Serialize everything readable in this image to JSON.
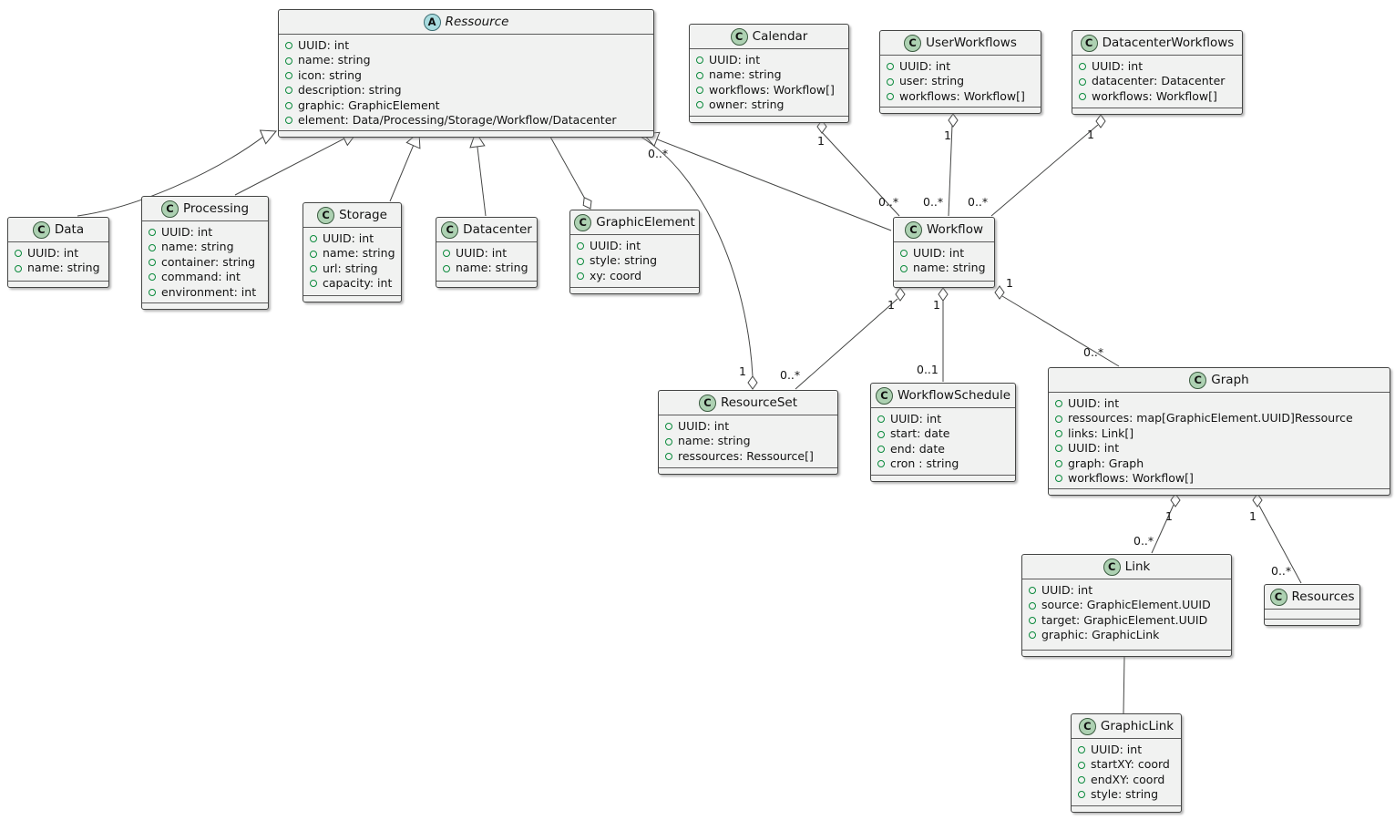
{
  "diagram": {
    "type": "uml-class-diagram",
    "classes": [
      {
        "id": "ressource",
        "name": "Ressource",
        "icon_letter": "A",
        "abstract": true,
        "attributes": [
          "UUID: int",
          "name: string",
          "icon: string",
          "description: string",
          "graphic: GraphicElement",
          "element: Data/Processing/Storage/Workflow/Datacenter"
        ]
      },
      {
        "id": "calendar",
        "name": "Calendar",
        "icon_letter": "C",
        "abstract": false,
        "attributes": [
          "UUID: int",
          "name: string",
          "workflows: Workflow[]",
          "owner: string"
        ]
      },
      {
        "id": "userworkflows",
        "name": "UserWorkflows",
        "icon_letter": "C",
        "abstract": false,
        "attributes": [
          "UUID: int",
          "user: string",
          "workflows: Workflow[]"
        ]
      },
      {
        "id": "datacenterworkflows",
        "name": "DatacenterWorkflows",
        "icon_letter": "C",
        "abstract": false,
        "attributes": [
          "UUID: int",
          "datacenter: Datacenter",
          "workflows: Workflow[]"
        ]
      },
      {
        "id": "data",
        "name": "Data",
        "icon_letter": "C",
        "abstract": false,
        "attributes": [
          "UUID: int",
          "name: string"
        ]
      },
      {
        "id": "processing",
        "name": "Processing",
        "icon_letter": "C",
        "abstract": false,
        "attributes": [
          "UUID: int",
          "name: string",
          "container: string",
          "command: int",
          "environment: int"
        ]
      },
      {
        "id": "storage",
        "name": "Storage",
        "icon_letter": "C",
        "abstract": false,
        "attributes": [
          "UUID: int",
          "name: string",
          "url: string",
          "capacity: int"
        ]
      },
      {
        "id": "datacenter",
        "name": "Datacenter",
        "icon_letter": "C",
        "abstract": false,
        "attributes": [
          "UUID: int",
          "name: string"
        ]
      },
      {
        "id": "graphicelement",
        "name": "GraphicElement",
        "icon_letter": "C",
        "abstract": false,
        "attributes": [
          "UUID: int",
          "style: string",
          "xy: coord"
        ]
      },
      {
        "id": "workflow",
        "name": "Workflow",
        "icon_letter": "C",
        "abstract": false,
        "attributes": [
          "UUID: int",
          "name: string"
        ]
      },
      {
        "id": "resourceset",
        "name": "ResourceSet",
        "icon_letter": "C",
        "abstract": false,
        "attributes": [
          "UUID: int",
          "name: string",
          "ressources: Ressource[]"
        ]
      },
      {
        "id": "workflowschedule",
        "name": "WorkflowSchedule",
        "icon_letter": "C",
        "abstract": false,
        "attributes": [
          "UUID: int",
          "start: date",
          "end: date",
          "cron : string"
        ]
      },
      {
        "id": "graph",
        "name": "Graph",
        "icon_letter": "C",
        "abstract": false,
        "attributes": [
          "UUID: int",
          "ressources: map[GraphicElement.UUID]Ressource",
          "links: Link[]",
          "UUID: int",
          "graph: Graph",
          "workflows: Workflow[]"
        ]
      },
      {
        "id": "link",
        "name": "Link",
        "icon_letter": "C",
        "abstract": false,
        "attributes": [
          "UUID: int",
          "source: GraphicElement.UUID",
          "target: GraphicElement.UUID",
          "graphic: GraphicLink"
        ]
      },
      {
        "id": "resources",
        "name": "Resources",
        "icon_letter": "C",
        "abstract": false,
        "attributes": []
      },
      {
        "id": "graphiclink",
        "name": "GraphicLink",
        "icon_letter": "C",
        "abstract": false,
        "attributes": [
          "UUID: int",
          "startXY: coord",
          "endXY: coord",
          "style: string"
        ]
      }
    ],
    "relationships": {
      "data_ressource": {
        "type": "generalization"
      },
      "processing_ressource": {
        "type": "generalization"
      },
      "storage_ressource": {
        "type": "generalization"
      },
      "datacenter_ressource": {
        "type": "generalization"
      },
      "workflow_ressource": {
        "type": "generalization"
      },
      "ressource_graphicelement": {
        "type": "aggregation"
      },
      "resourceset_ressource": {
        "type": "aggregation",
        "source_label": "1",
        "target_label": "0..*"
      },
      "calendar_workflow": {
        "type": "aggregation",
        "source_label": "1",
        "target_label": "0..*"
      },
      "userworkflows_workflow": {
        "type": "aggregation",
        "source_label": "1",
        "target_label": "0..*"
      },
      "datacenterworkflows_workflow": {
        "type": "aggregation",
        "source_label": "1",
        "target_label": "0..*"
      },
      "workflow_resourceset": {
        "type": "aggregation",
        "source_label": "1",
        "target_label": "0..*"
      },
      "workflow_workflowschedule": {
        "type": "aggregation",
        "source_label": "1",
        "target_label": "0..1"
      },
      "workflow_graph": {
        "type": "aggregation",
        "source_label": "1",
        "target_label": "0..*"
      },
      "graph_link": {
        "type": "aggregation",
        "source_label": "1",
        "target_label": "0..*"
      },
      "graph_resources": {
        "type": "aggregation",
        "source_label": "1",
        "target_label": "0..*"
      },
      "link_graphiclink": {
        "type": "association"
      }
    }
  },
  "colors": {
    "background": "#FFFFFF",
    "class_fill": "#F1F2F1",
    "class_border": "#454645",
    "class_icon_bg": "#ADD1B2",
    "abstract_icon_bg": "#A9DCDF",
    "field_icon": "#0B8A3C",
    "line": "#454645"
  }
}
